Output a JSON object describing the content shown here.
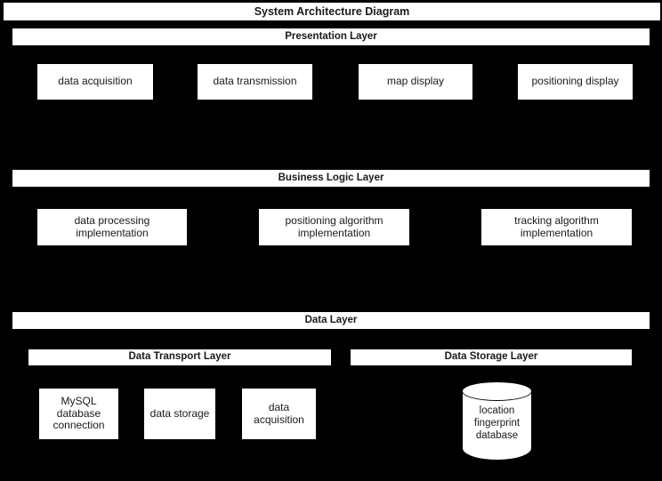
{
  "diagram": {
    "title": "System Architecture Diagram",
    "background_color": "#000000",
    "panel_color": "#ffffff",
    "text_color": "#1a1a1a"
  },
  "layers": {
    "presentation": {
      "label": "Presentation Layer",
      "boxes": [
        {
          "label": "data acquisition"
        },
        {
          "label": "data transmission"
        },
        {
          "label": "map display"
        },
        {
          "label": "positioning display"
        }
      ]
    },
    "business": {
      "label": "Business Logic Layer",
      "boxes": [
        {
          "label": "data processing implementation"
        },
        {
          "label": "positioning algorithm implementation"
        },
        {
          "label": "tracking algorithm implementation"
        }
      ]
    },
    "data": {
      "label": "Data Layer",
      "sub_layers": {
        "transport": {
          "label": "Data Transport Layer",
          "boxes": [
            {
              "label": "MySQL database connection"
            },
            {
              "label": "data storage"
            },
            {
              "label": "data acquisition"
            }
          ]
        },
        "storage": {
          "label": "Data Storage Layer",
          "database": {
            "label": "location fingerprint database"
          }
        }
      }
    }
  }
}
